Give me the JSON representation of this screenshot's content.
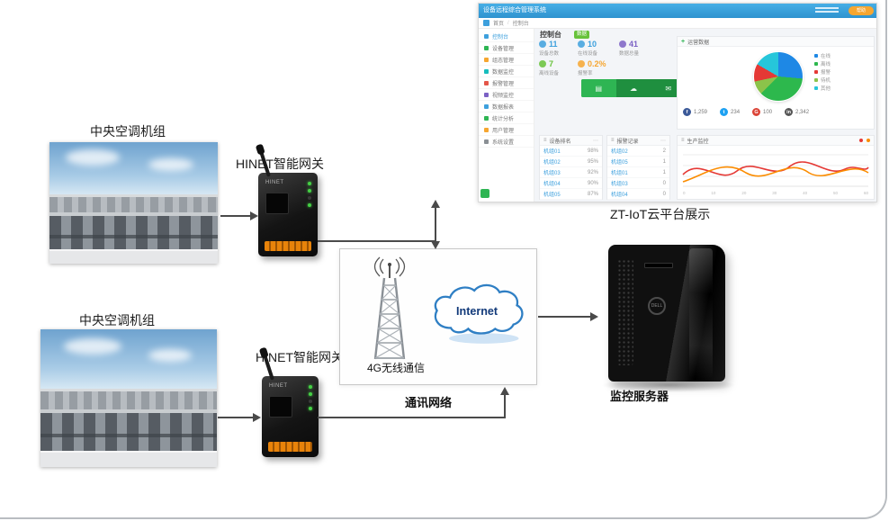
{
  "page": {
    "ac_caption_1": "中央空调机组",
    "ac_caption_2": "中央空调机组",
    "gateway_caption_1": "HINET智能网关",
    "gateway_caption_2": "HINET智能网关",
    "gateway_brand": "HINET",
    "wireless_label": "4G无线通信",
    "internet_label": "Internet",
    "network_caption": "通讯网络",
    "server_caption": "监控服务器",
    "server_brand": "DELL",
    "platform_caption": "ZT-IoT云平台展示"
  },
  "dashboard": {
    "header": {
      "title": "设备远程综合管理系统",
      "chip": "帮助"
    },
    "toolbar": {
      "home": "首页",
      "sep": "/",
      "crumb": "控制台"
    },
    "sidebar": [
      "控制台",
      "设备管理",
      "组态管理",
      "数据监控",
      "报警管理",
      "视频监控",
      "数据报表",
      "统计分析",
      "用户管理",
      "系统设置"
    ],
    "main": {
      "title": "控制台",
      "badge": "数据",
      "stats": [
        {
          "value": "11",
          "label": "设备总数"
        },
        {
          "value": "10",
          "label": "在线设备"
        },
        {
          "value": "41",
          "label": "数据总量"
        },
        {
          "value": "7",
          "label": "离线设备"
        },
        {
          "value": "0.2%",
          "label": "报警率"
        }
      ],
      "banner_icons": [
        "▤",
        "☁",
        "✉"
      ],
      "overview": {
        "plus": "+",
        "title": "运营数据",
        "legend": [
          {
            "label": "在线"
          },
          {
            "label": "离线"
          },
          {
            "label": "报警"
          },
          {
            "label": "待机"
          },
          {
            "label": "其他"
          }
        ],
        "social": [
          {
            "glyph": "f",
            "value": "1,259"
          },
          {
            "glyph": "t",
            "value": "234"
          },
          {
            "glyph": "G",
            "value": "100"
          },
          {
            "glyph": "in",
            "value": "2,342"
          }
        ]
      },
      "tables": [
        {
          "icon": "≡",
          "dots": "⋯",
          "title": "设备排名",
          "rows": [
            [
              "机组01",
              "98%"
            ],
            [
              "机组02",
              "95%"
            ],
            [
              "机组03",
              "92%"
            ],
            [
              "机组04",
              "90%"
            ],
            [
              "机组05",
              "87%"
            ]
          ]
        },
        {
          "icon": "≡",
          "dots": "⋯",
          "title": "报警记录",
          "rows": [
            [
              "机组02",
              "2"
            ],
            [
              "机组05",
              "1"
            ],
            [
              "机组01",
              "1"
            ],
            [
              "机组03",
              "0"
            ],
            [
              "机组04",
              "0"
            ]
          ]
        }
      ],
      "chart": {
        "icon": "≡",
        "title": "生产监控",
        "x_ticks": [
          "0",
          "10",
          "20",
          "30",
          "40",
          "50",
          "60"
        ]
      }
    }
  },
  "colors": {
    "accent_blue": "#3da0dd",
    "accent_green": "#2eb553",
    "accent_orange": "#f6a630",
    "pie": [
      "#1e88e5",
      "#2db84d",
      "#8bc34a",
      "#e53935",
      "#26c6da"
    ],
    "chart_lines": [
      "#e53935",
      "#fb8c00"
    ]
  }
}
